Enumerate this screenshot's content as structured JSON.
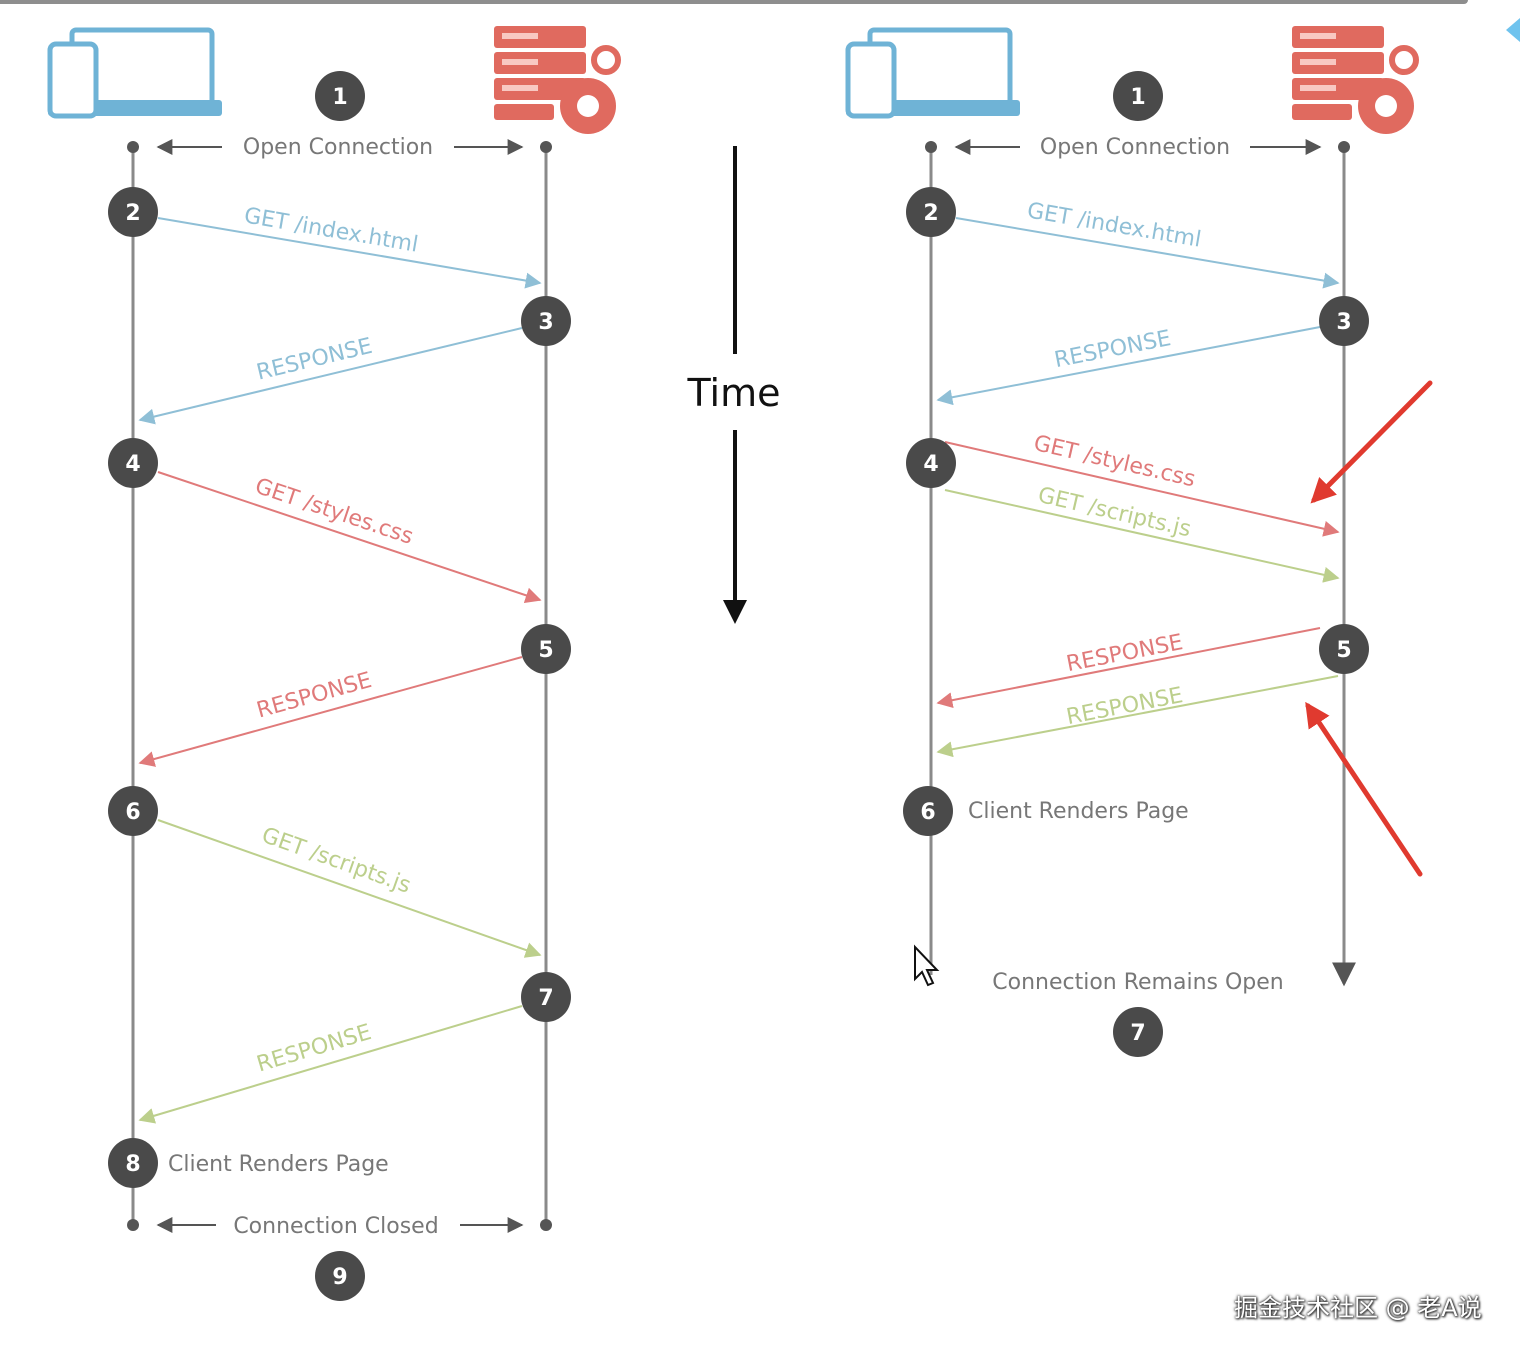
{
  "colors": {
    "line": "#8a8a8a",
    "badge": "#4a4a4a",
    "blue": "#8fbfd6",
    "red": "#e07a7a",
    "green": "#bccf8c",
    "annotation": "#e03a2f",
    "client_icon": "#6fb3d6",
    "server_icon": "#e06a5f"
  },
  "left": {
    "open_connection": "Open Connection",
    "connection_closed": "Connection Closed",
    "steps": {
      "s1": "1",
      "s2": "2",
      "s3": "3",
      "s4": "4",
      "s5": "5",
      "s6": "6",
      "s7": "7",
      "s8": "8",
      "s9": "9"
    },
    "messages": {
      "m1": "GET /index.html",
      "m2": "RESPONSE",
      "m3": "GET /styles.css",
      "m4": "RESPONSE",
      "m5": "GET /scripts.js",
      "m6": "RESPONSE"
    },
    "client_renders": "Client Renders Page"
  },
  "time_label": "Time",
  "right": {
    "open_connection": "Open Connection",
    "steps": {
      "s1": "1",
      "s2": "2",
      "s3": "3",
      "s4": "4",
      "s5": "5",
      "s6": "6",
      "s7": "7"
    },
    "messages": {
      "m1": "GET /index.html",
      "m2": "RESPONSE",
      "m3": "GET /styles.css",
      "m4": "GET /scripts.js",
      "m5": "RESPONSE",
      "m6": "RESPONSE"
    },
    "client_renders": "Client Renders Page",
    "connection_remains_open": "Connection Remains Open"
  },
  "watermark": "掘金技术社区 @ 老A说"
}
